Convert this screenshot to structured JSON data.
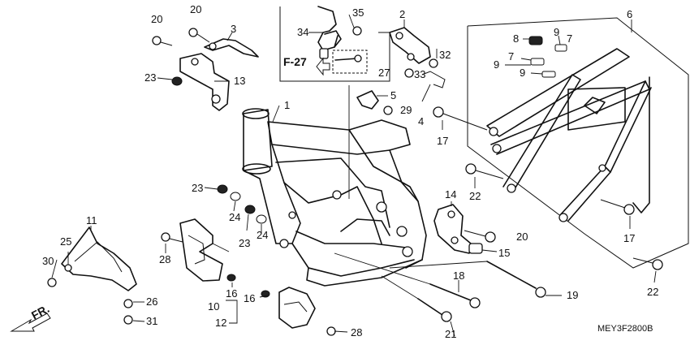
{
  "diagram": {
    "code": "MEY3F2800B",
    "ref_box_label": "F-27",
    "front_label": "FR.",
    "callouts": [
      {
        "id": "c1",
        "text": "1"
      },
      {
        "id": "c2",
        "text": "2"
      },
      {
        "id": "c3",
        "text": "3"
      },
      {
        "id": "c4",
        "text": "4"
      },
      {
        "id": "c5",
        "text": "5"
      },
      {
        "id": "c6",
        "text": "6"
      },
      {
        "id": "c7a",
        "text": "7"
      },
      {
        "id": "c7b",
        "text": "7"
      },
      {
        "id": "c8",
        "text": "8"
      },
      {
        "id": "c9a",
        "text": "9"
      },
      {
        "id": "c9b",
        "text": "9"
      },
      {
        "id": "c9c",
        "text": "9"
      },
      {
        "id": "c10",
        "text": "10"
      },
      {
        "id": "c11",
        "text": "11"
      },
      {
        "id": "c12",
        "text": "12"
      },
      {
        "id": "c13",
        "text": "13"
      },
      {
        "id": "c14",
        "text": "14"
      },
      {
        "id": "c15",
        "text": "15"
      },
      {
        "id": "c16a",
        "text": "16"
      },
      {
        "id": "c16b",
        "text": "16"
      },
      {
        "id": "c17a",
        "text": "17"
      },
      {
        "id": "c17b",
        "text": "17"
      },
      {
        "id": "c18",
        "text": "18"
      },
      {
        "id": "c19",
        "text": "19"
      },
      {
        "id": "c20a",
        "text": "20"
      },
      {
        "id": "c20b",
        "text": "20"
      },
      {
        "id": "c20c",
        "text": "20"
      },
      {
        "id": "c21",
        "text": "21"
      },
      {
        "id": "c22a",
        "text": "22"
      },
      {
        "id": "c22b",
        "text": "22"
      },
      {
        "id": "c23a",
        "text": "23"
      },
      {
        "id": "c23b",
        "text": "23"
      },
      {
        "id": "c23c",
        "text": "23"
      },
      {
        "id": "c24a",
        "text": "24"
      },
      {
        "id": "c24b",
        "text": "24"
      },
      {
        "id": "c25",
        "text": "25"
      },
      {
        "id": "c26",
        "text": "26"
      },
      {
        "id": "c27",
        "text": "27"
      },
      {
        "id": "c28a",
        "text": "28"
      },
      {
        "id": "c28b",
        "text": "28"
      },
      {
        "id": "c29",
        "text": "29"
      },
      {
        "id": "c30",
        "text": "30"
      },
      {
        "id": "c31",
        "text": "31"
      },
      {
        "id": "c32",
        "text": "32"
      },
      {
        "id": "c33",
        "text": "33"
      },
      {
        "id": "c34",
        "text": "34"
      },
      {
        "id": "c35",
        "text": "35"
      }
    ]
  }
}
